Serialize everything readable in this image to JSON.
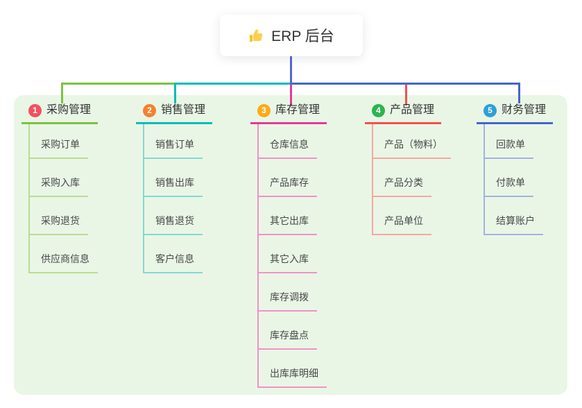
{
  "root": {
    "title": "ERP 后台",
    "icon": "thumbs-up-icon",
    "line_color": "#5566d4"
  },
  "colors": {
    "page_bg": "#ffffff",
    "panel_bg": "#e9f6e6",
    "root_text": "#333333",
    "child_text": "#484848"
  },
  "branches": [
    {
      "index": "1",
      "label": "采购管理",
      "badge_color": "#f4505f",
      "line_color": "#7cc23f",
      "child_line_color": "#b9dc93",
      "children": [
        "采购订单",
        "采购入库",
        "采购退货",
        "供应商信息"
      ]
    },
    {
      "index": "2",
      "label": "销售管理",
      "badge_color": "#f5812c",
      "line_color": "#00bdb5",
      "child_line_color": "#84d8d1",
      "children": [
        "销售订单",
        "销售出库",
        "销售退货",
        "客户信息"
      ]
    },
    {
      "index": "3",
      "label": "库存管理",
      "badge_color": "#fbab19",
      "line_color": "#e23a97",
      "child_line_color": "#f191c7",
      "children": [
        "仓库信息",
        "产品库存",
        "其它出库",
        "其它入库",
        "库存调拨",
        "库存盘点",
        "出库库明细"
      ]
    },
    {
      "index": "4",
      "label": "产品管理",
      "badge_color": "#2cb44f",
      "line_color": "#f2504e",
      "child_line_color": "#f8a6a0",
      "children": [
        "产品（物料）",
        "产品分类",
        "产品单位"
      ]
    },
    {
      "index": "5",
      "label": "财务管理",
      "badge_color": "#2d9fd9",
      "line_color": "#4465c9",
      "child_line_color": "#a3b2de",
      "children": [
        "回款单",
        "付款单",
        "结算账户"
      ]
    }
  ]
}
